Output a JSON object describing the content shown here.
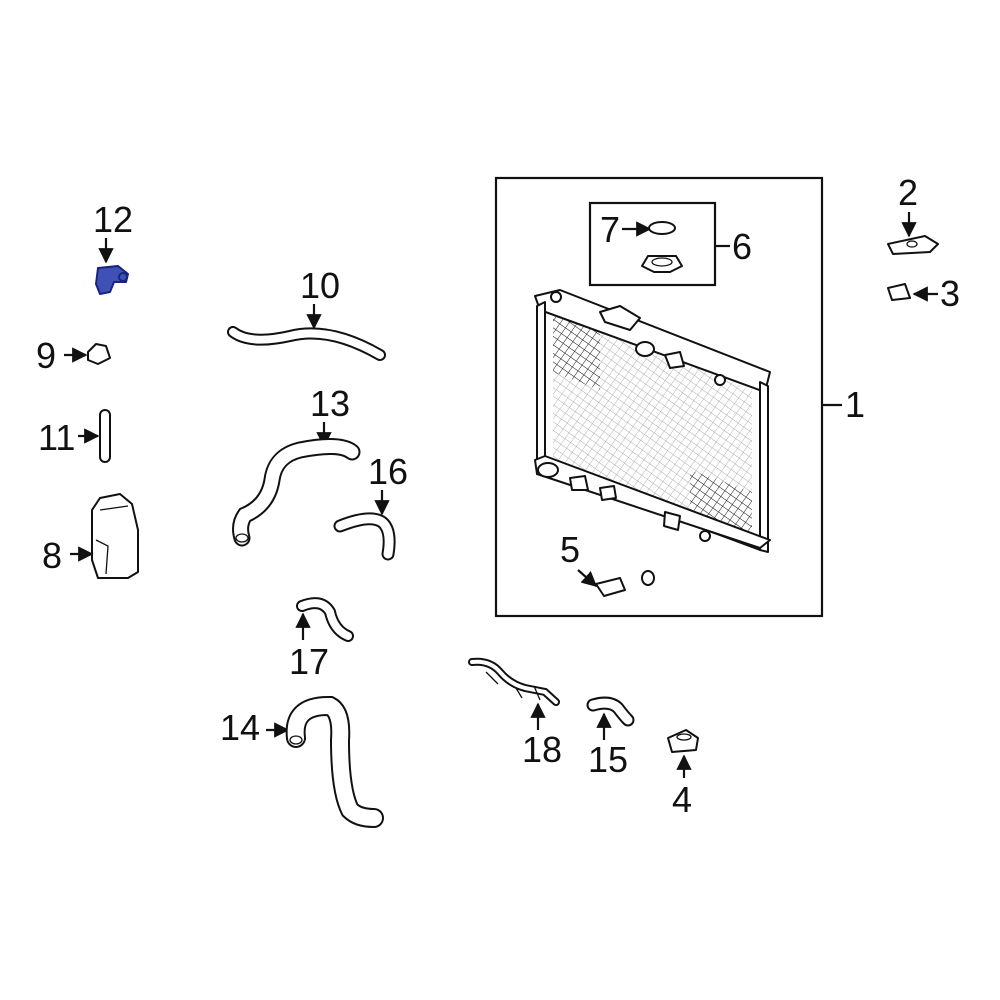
{
  "colors": {
    "highlight": "#3f51b5",
    "line": "#111111",
    "background": "#ffffff"
  },
  "callouts": {
    "c1": "1",
    "c2": "2",
    "c3": "3",
    "c4": "4",
    "c5": "5",
    "c6": "6",
    "c7": "7",
    "c8": "8",
    "c9": "9",
    "c10": "10",
    "c11": "11",
    "c12": "12",
    "c13": "13",
    "c14": "14",
    "c15": "15",
    "c16": "16",
    "c17": "17",
    "c18": "18"
  },
  "highlighted_part": "12"
}
